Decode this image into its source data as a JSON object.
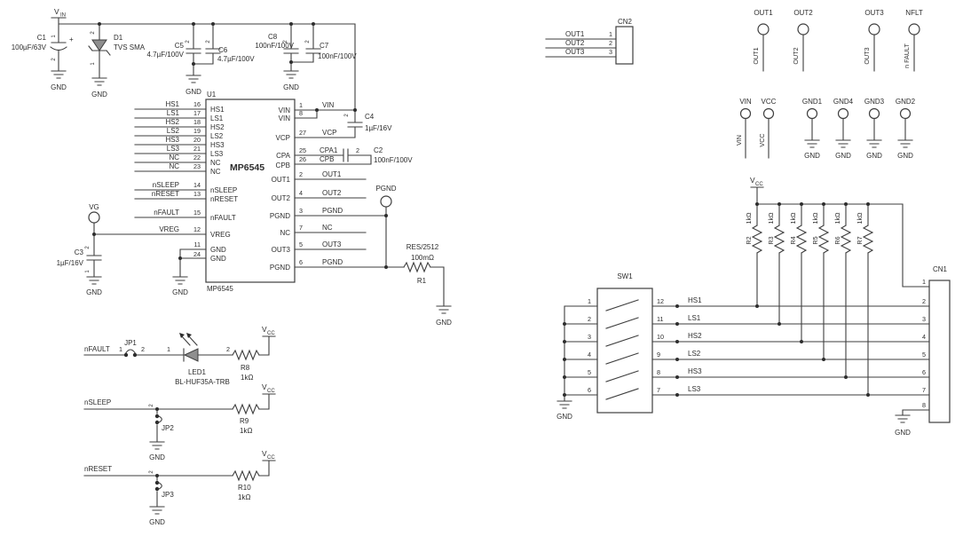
{
  "labels": {
    "gnd": "GND",
    "pgnd": "PGND",
    "vg": "VG",
    "v": "V",
    "in_sub": "IN",
    "cc_sub": "CC",
    "p1": "1",
    "p2": "2",
    "plus": "+"
  },
  "input_stage": {
    "c1": {
      "ref": "C1",
      "value": "100µF/63V"
    },
    "d1": {
      "ref": "D1",
      "value": "TVS SMA"
    },
    "c5": {
      "ref": "C5",
      "value": "4.7µF/100V"
    },
    "c6": {
      "ref": "C6",
      "value": "4.7µF/100V"
    },
    "c8": {
      "ref": "C8",
      "value": "100nF/100V"
    },
    "c7": {
      "ref": "C7",
      "value": "100nF/100V"
    }
  },
  "ic": {
    "designator": "U1",
    "name": "MP6545",
    "footprint": "MP6545",
    "left_rows": [
      {
        "net": "HS1",
        "num": "16",
        "inside": "HS1"
      },
      {
        "net": "LS1",
        "num": "17",
        "inside": "LS1"
      },
      {
        "net": "HS2",
        "num": "18",
        "inside": "HS2"
      },
      {
        "net": "LS2",
        "num": "19",
        "inside": "LS2"
      },
      {
        "net": "HS3",
        "num": "20",
        "inside": "HS3"
      },
      {
        "net": "LS3",
        "num": "21",
        "inside": "LS3"
      },
      {
        "net": "NC",
        "num": "22",
        "inside": "NC"
      },
      {
        "net": "NC",
        "num": "23",
        "inside": "NC"
      },
      {
        "net": "nSLEEP",
        "num": "14",
        "inside": "nSLEEP"
      },
      {
        "net": "nRESET",
        "num": "13",
        "inside": "nRESET"
      },
      {
        "net": "nFAULT",
        "num": "15",
        "inside": "nFAULT"
      },
      {
        "net": "VREG",
        "num": "12",
        "inside": "VREG"
      },
      {
        "num": "11",
        "inside": "GND"
      },
      {
        "num": "24",
        "inside": "GND"
      }
    ],
    "right_rows": [
      {
        "num": "1",
        "net": "VIN",
        "inside": "VIN"
      },
      {
        "num": "8",
        "inside": "VIN"
      },
      {
        "num": "27",
        "net": "VCP",
        "inside": "VCP"
      },
      {
        "num": "25",
        "net": "CPA1",
        "inside": "CPA"
      },
      {
        "num": "26",
        "net": "CPB",
        "inside": "CPB"
      },
      {
        "num": "2",
        "net": "OUT1",
        "inside": "OUT1"
      },
      {
        "num": "4",
        "net": "OUT2",
        "inside": "OUT2"
      },
      {
        "num": "3",
        "net": "PGND",
        "inside": "PGND"
      },
      {
        "num": "7",
        "net": "NC",
        "inside": "NC"
      },
      {
        "num": "5",
        "net": "OUT3",
        "inside": "OUT3"
      },
      {
        "num": "6",
        "net": "PGND",
        "inside": "PGND"
      }
    ]
  },
  "charge_pump": {
    "c4": {
      "ref": "C4",
      "value": "1µF/16V"
    },
    "c2": {
      "ref": "C2",
      "value": "100nF/100V"
    }
  },
  "vreg_cap": {
    "ref": "C3",
    "value": "1µF/16V"
  },
  "sense": {
    "package": "RES/2512",
    "value": "100mΩ",
    "ref": "R1"
  },
  "fault": {
    "net": "nFAULT",
    "jp1": "JP1",
    "led_ref": "LED1",
    "led_part": "BL-HUF35A-TRB",
    "r8": "R8",
    "r8_val": "1kΩ"
  },
  "sleep": {
    "net": "nSLEEP",
    "jp2": "JP2",
    "r9": "R9",
    "r9_val": "1kΩ"
  },
  "reset": {
    "net": "nRESET",
    "jp3": "JP3",
    "r10": "R10",
    "r10_val": "1kΩ"
  },
  "cn2": {
    "ref": "CN2",
    "rows": [
      {
        "net": "OUT1",
        "num": "1"
      },
      {
        "net": "OUT2",
        "num": "2"
      },
      {
        "net": "OUT3",
        "num": "3"
      }
    ]
  },
  "tp_row1": [
    {
      "label": "OUT1",
      "net": "OUT1"
    },
    {
      "label": "OUT2",
      "net": "OUT2"
    },
    {
      "label": "OUT3",
      "net": "OUT3"
    },
    {
      "label": "NFLT",
      "net": "n FAULT"
    }
  ],
  "tp_row2": [
    {
      "label": "VIN",
      "net": "VIN"
    },
    {
      "label": "VCC",
      "net": "VCC"
    },
    {
      "label": "GND1"
    },
    {
      "label": "GND4"
    },
    {
      "label": "GND3"
    },
    {
      "label": "GND2"
    }
  ],
  "pullups": [
    {
      "ref": "R2",
      "value": "1kΩ"
    },
    {
      "ref": "R3",
      "value": "1kΩ"
    },
    {
      "ref": "R4",
      "value": "1kΩ"
    },
    {
      "ref": "R5",
      "value": "1kΩ"
    },
    {
      "ref": "R6",
      "value": "1kΩ"
    },
    {
      "ref": "R7",
      "value": "1kΩ"
    }
  ],
  "sw1": {
    "ref": "SW1",
    "rows": [
      {
        "left": "1",
        "right": "12",
        "net": "HS1"
      },
      {
        "left": "2",
        "right": "11",
        "net": "LS1"
      },
      {
        "left": "3",
        "right": "10",
        "net": "HS2"
      },
      {
        "left": "4",
        "right": "9",
        "net": "LS2"
      },
      {
        "left": "5",
        "right": "8",
        "net": "HS3"
      },
      {
        "left": "6",
        "right": "7",
        "net": "LS3"
      }
    ]
  },
  "cn1": {
    "ref": "CN1",
    "pins": [
      "1",
      "2",
      "3",
      "4",
      "5",
      "6",
      "7",
      "8"
    ]
  }
}
